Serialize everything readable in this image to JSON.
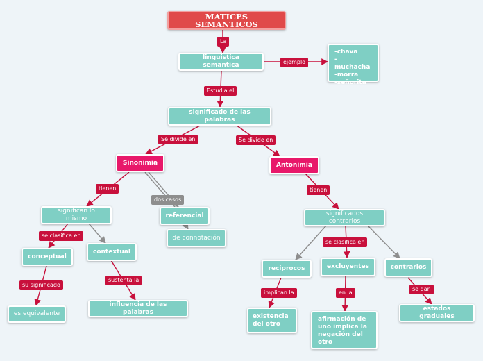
{
  "nodes": {
    "title": "MATICES SEMANTICOS",
    "linguistica": "linguistica semantica",
    "ejemplos": [
      "-chava",
      "-muchacha",
      "-morra",
      "-señorita"
    ],
    "significado": "significado de las palabras",
    "sinonimia": "Sinonimia",
    "antonimia": "Antonimia",
    "significan": "significan lo mismo",
    "referencial": "referencial",
    "connotacion": "de connotación",
    "conceptual": "conceptual",
    "contextual": "contextual",
    "equivalente": "es equivalente",
    "influencia": "influencia de las palabras",
    "contrarios_sig": "significados contrarios",
    "reciprocos": "reciprocos",
    "excluyentes": "excluyentes",
    "contrarios": "contrarios",
    "existencia": "existencia del otro",
    "afirmacion": "afirmación de uno implica la negación del otro",
    "graduales": "estados graduales"
  },
  "labels": {
    "la": "La",
    "ejemplo": "ejemplo",
    "estudia": "Estudia el",
    "divide1": "Se divide en",
    "divide2": "Se divide en",
    "tienen1": "tienen",
    "dos_casos": "dos casos",
    "tienen2": "tienen",
    "clasifica1": "se clasifica en",
    "su_significado": "su significado",
    "sustenta": "sustenta la",
    "clasifica2": "se clasifica en",
    "implican": "implican la",
    "en_la": "en la",
    "se_dan": "se dan"
  },
  "colors": {
    "node": "#7fcfc4",
    "link": "#c8103c",
    "link_grey": "#8e8e8e",
    "accent": "#e8186a"
  }
}
